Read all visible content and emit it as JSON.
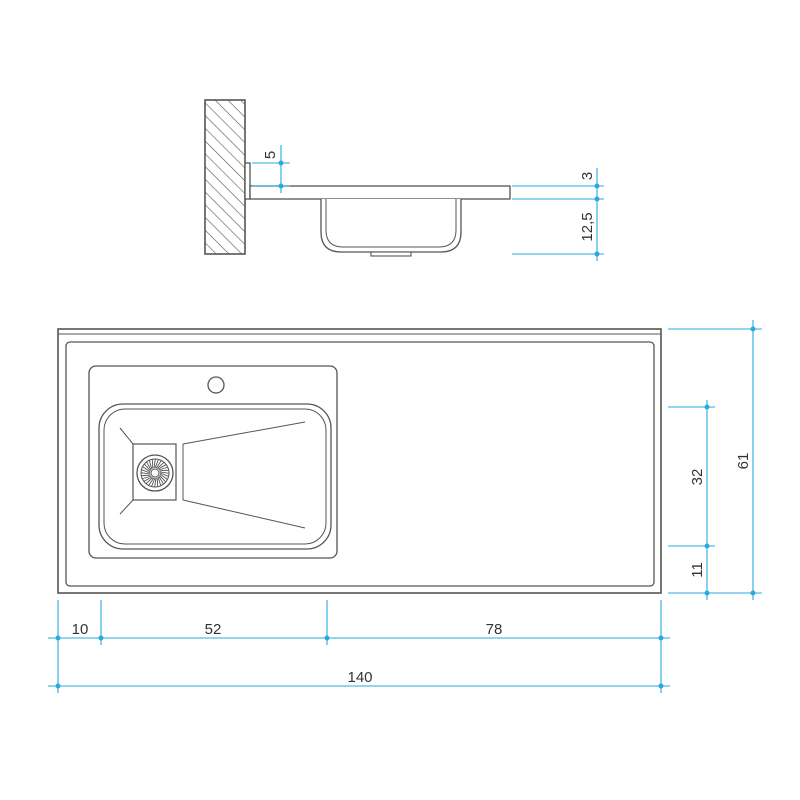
{
  "drawing": {
    "type": "technical-drawing",
    "subject": "kitchen sink with drainboard",
    "colors": {
      "outline": "#555555",
      "dimension": "#2aa9e0",
      "hatch": "#555555",
      "background": "#ffffff"
    },
    "side_view": {
      "dimensions": {
        "backsplash_height": "5",
        "top_thickness": "3",
        "bowl_depth": "12,5"
      }
    },
    "top_view": {
      "dimensions": {
        "left_margin": "10",
        "bowl_width": "52",
        "drainboard_width": "78",
        "total_width": "140",
        "total_depth": "61",
        "bowl_depth": "32",
        "front_margin": "11"
      }
    }
  }
}
